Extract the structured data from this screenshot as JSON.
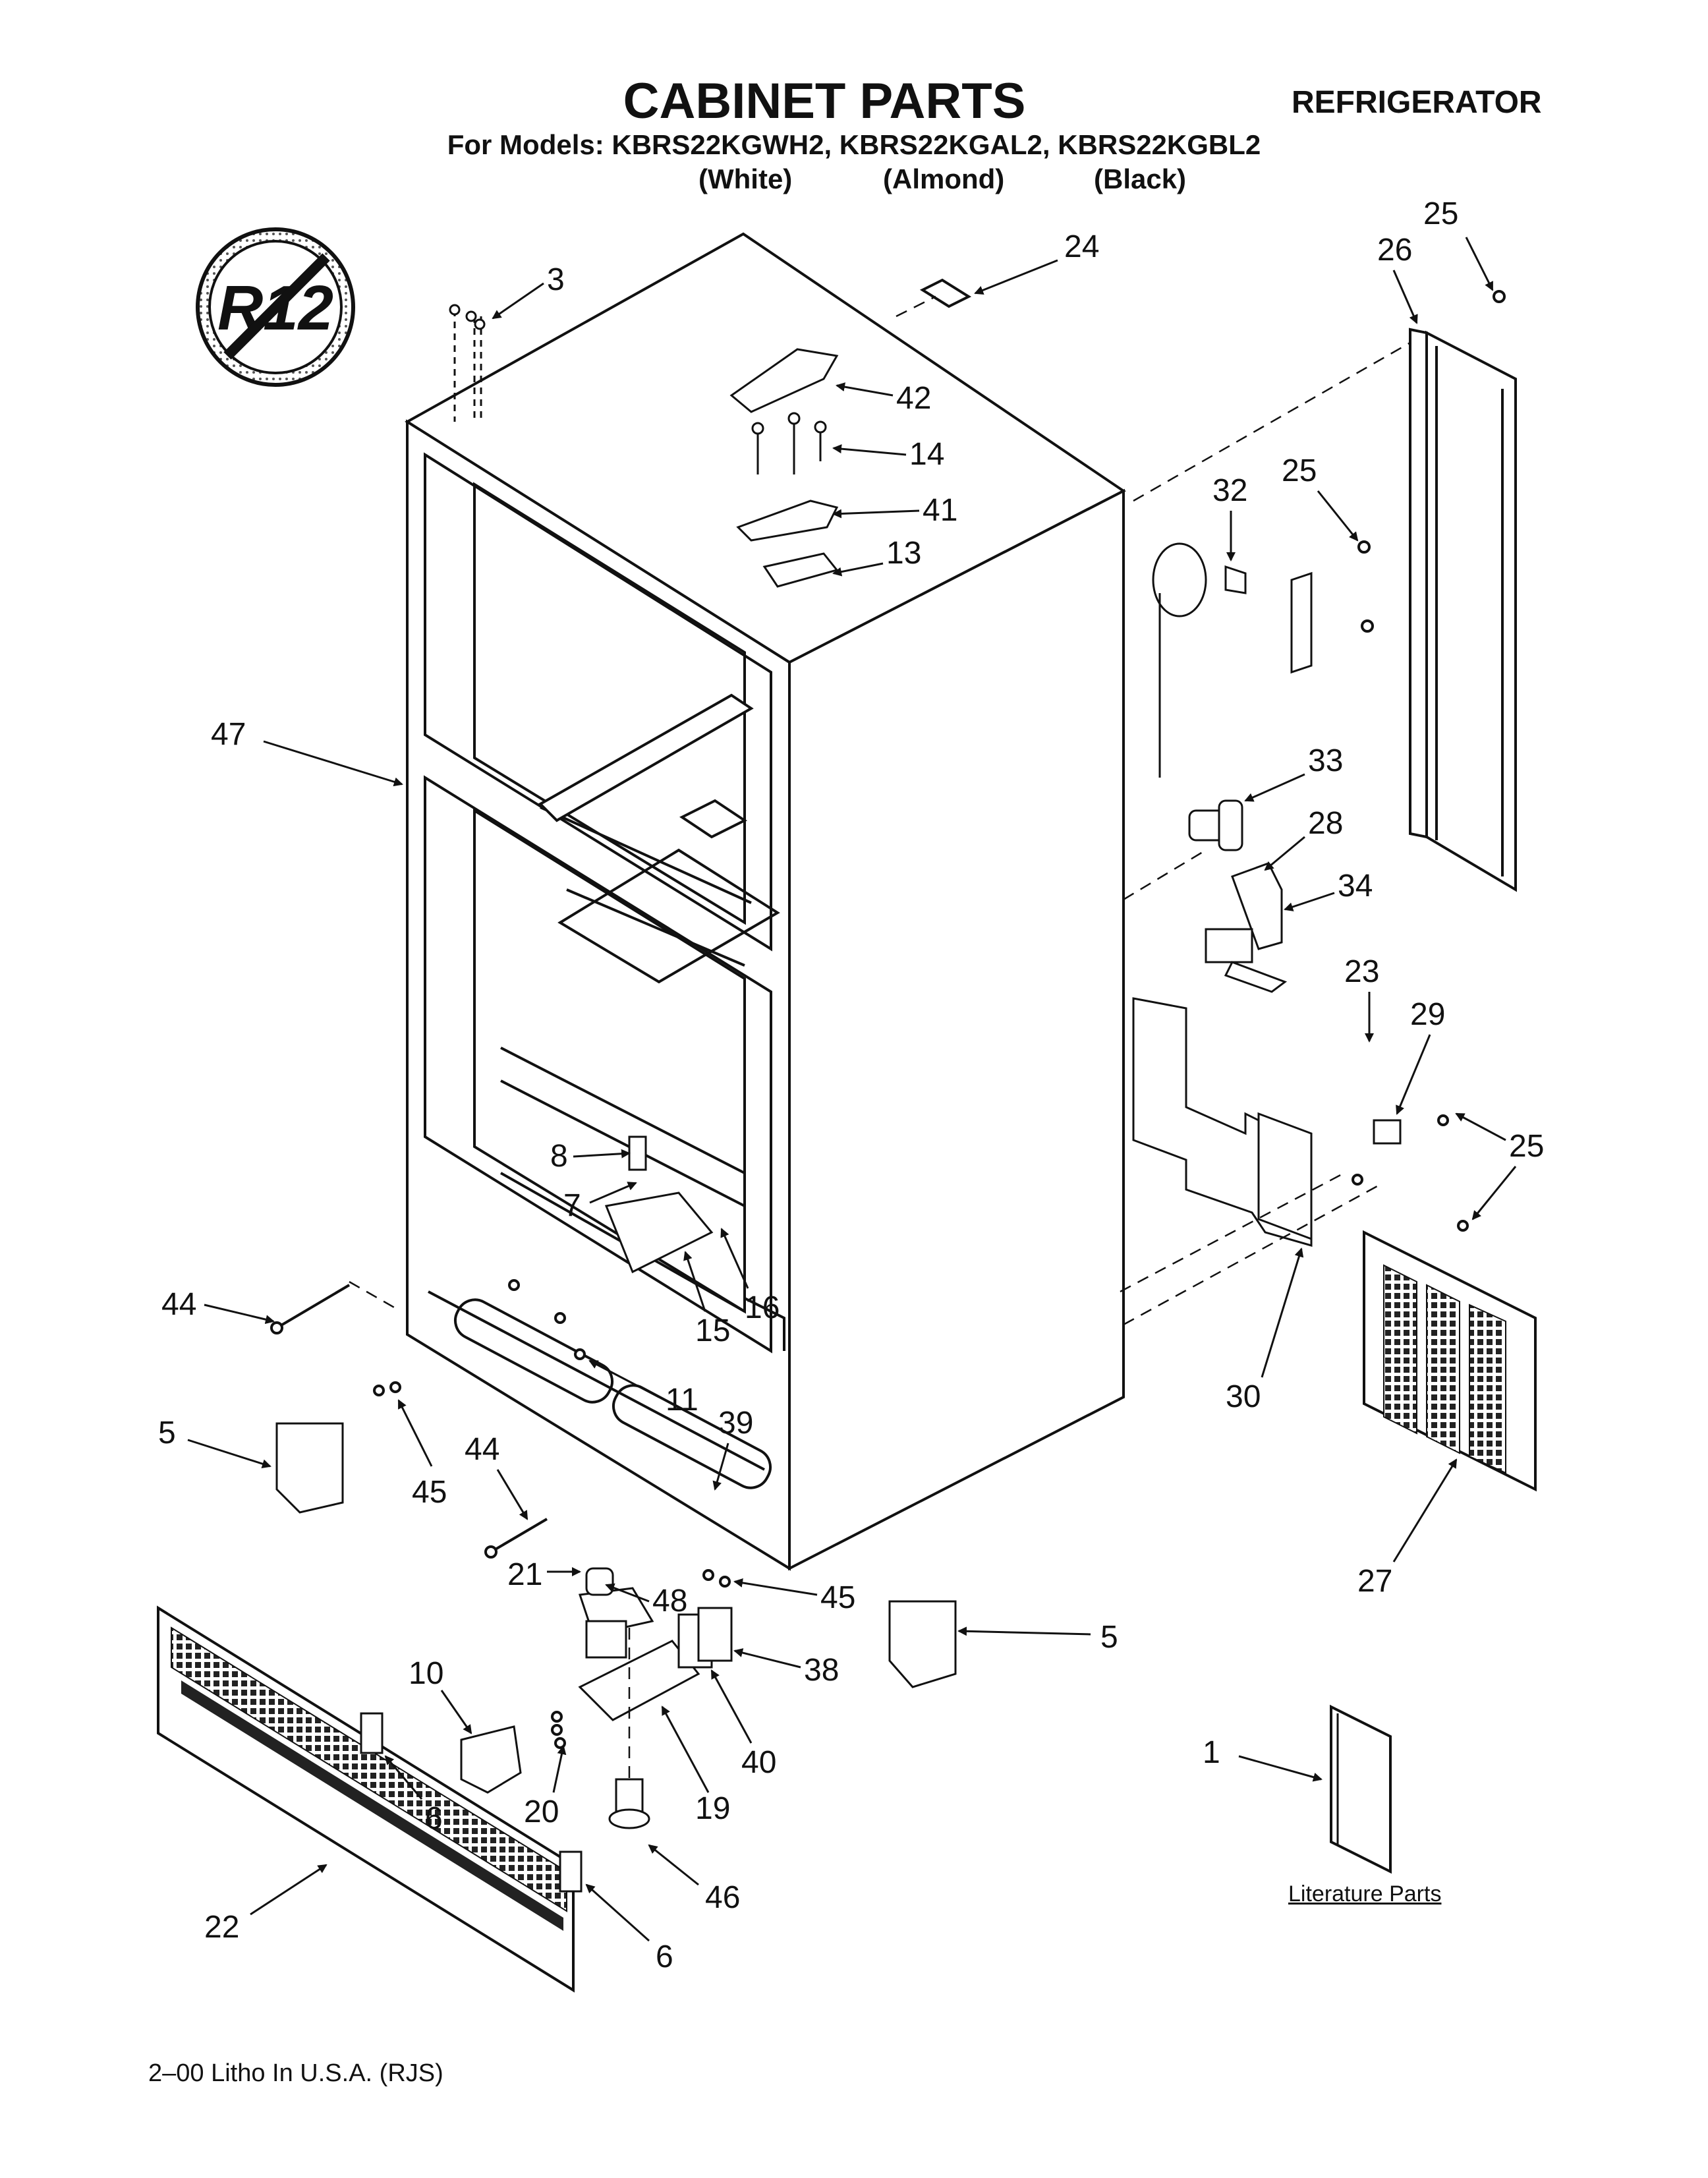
{
  "header": {
    "title": "CABINET PARTS",
    "category": "REFRIGERATOR",
    "models_line": "For Models: KBRS22KGWH2, KBRS22KGAL2, KBRS22KGBL2",
    "colors": [
      "(White)",
      "(Almond)",
      "(Black)"
    ]
  },
  "badge": {
    "text": "R12",
    "icon": "no-r12-refrigerant-icon"
  },
  "literature_label": "Literature Parts",
  "footer": "2–00 Litho In U.S.A. (RJS)",
  "callouts": [
    "1",
    "3",
    "5",
    "5",
    "6",
    "6",
    "7",
    "8",
    "10",
    "11",
    "13",
    "14",
    "15",
    "16",
    "19",
    "20",
    "21",
    "22",
    "23",
    "24",
    "25",
    "25",
    "25",
    "26",
    "27",
    "28",
    "29",
    "30",
    "32",
    "33",
    "34",
    "38",
    "39",
    "40",
    "41",
    "42",
    "44",
    "44",
    "45",
    "45",
    "46",
    "47",
    "48"
  ]
}
